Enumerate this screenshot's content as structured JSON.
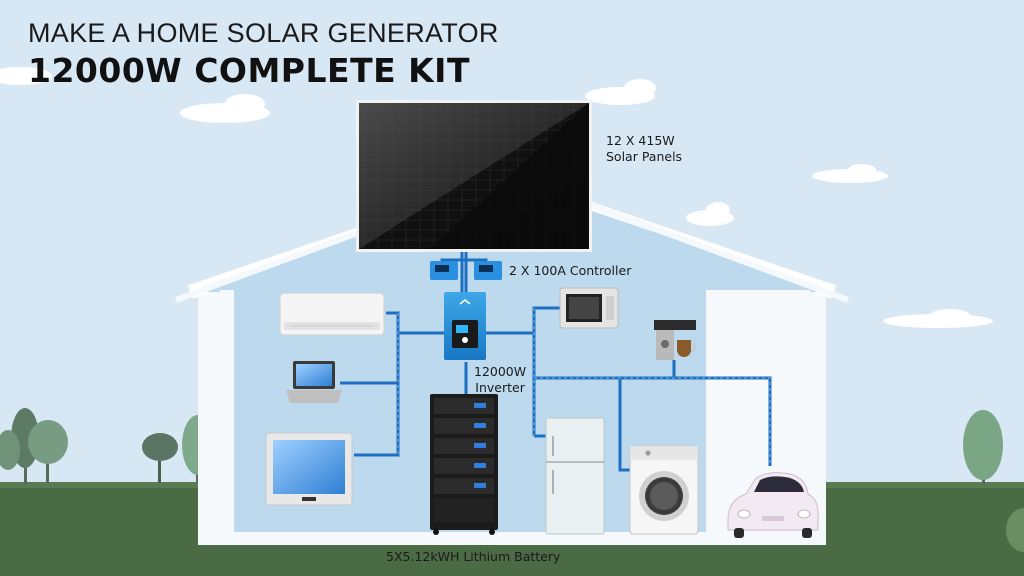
{
  "header": {
    "line1": "MAKE A HOME SOLAR GENERATOR",
    "line2": "12000W COMPLETE KIT"
  },
  "labels": {
    "panels_line1": "12 X 415W",
    "panels_line2": "Solar Panels",
    "controller": "2 X 100A Controller",
    "inverter_line1": "12000W",
    "inverter_line2": "Inverter",
    "battery": "5X5.12kWH Lithium Battery"
  },
  "colors": {
    "sky": "#d8e7f4",
    "ground": "#4b6b45",
    "house_wall": "#bcd9ee",
    "wire": "#1e6fc0",
    "panel": "#1c1c1c"
  }
}
